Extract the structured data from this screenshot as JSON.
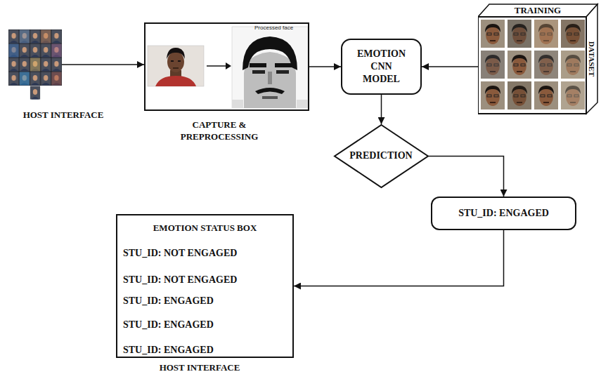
{
  "diagram": {
    "nodes": [
      {
        "text": [
          "HOST INTERFACE"
        ]
      },
      {
        "text": [
          "CAPTURE & PREPROCESSING"
        ]
      },
      {
        "text": [
          "EMOTION CNN MODEL"
        ]
      },
      {
        "text": [
          "TRAINING",
          "DATASET"
        ]
      },
      {
        "text": [
          "PREDICTION"
        ]
      },
      {
        "text": [
          "STU_ID: ENGAGED"
        ]
      },
      {
        "text": [
          "EMOTION STATUS BOX",
          "STU_ID: NOT ENGAGED",
          "STU_ID: NOT ENGAGED",
          "STU_ID: ENGAGED",
          "STU_ID: ENGAGED",
          "STU_ID: ENGAGED",
          "HOST INTERFACE"
        ]
      }
    ],
    "edges": [
      {
        "from": 0,
        "to": 1,
        "arrow": "to"
      },
      {
        "from": 1,
        "to": 2,
        "arrow": "to"
      },
      {
        "from": 3,
        "to": 2,
        "arrow": "to"
      },
      {
        "from": 2,
        "to": 4,
        "arrow": "to"
      },
      {
        "from": 4,
        "to": 5,
        "arrow": "to"
      },
      {
        "from": 5,
        "to": 6,
        "arrow": "to"
      }
    ],
    "labels": [
      "Processed face"
    ]
  }
}
